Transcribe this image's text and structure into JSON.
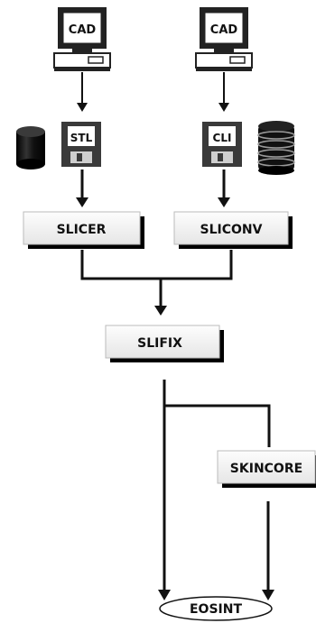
{
  "computers": {
    "left_screen": "CAD",
    "right_screen": "CAD"
  },
  "disks": {
    "left_label": "STL",
    "right_label": "CLI"
  },
  "processes": {
    "slicer": "SLICER",
    "sliconv": "SLICONV",
    "slifix": "SLIFIX",
    "skincore": "SKINCORE"
  },
  "output": {
    "machine": "EOSINT"
  }
}
